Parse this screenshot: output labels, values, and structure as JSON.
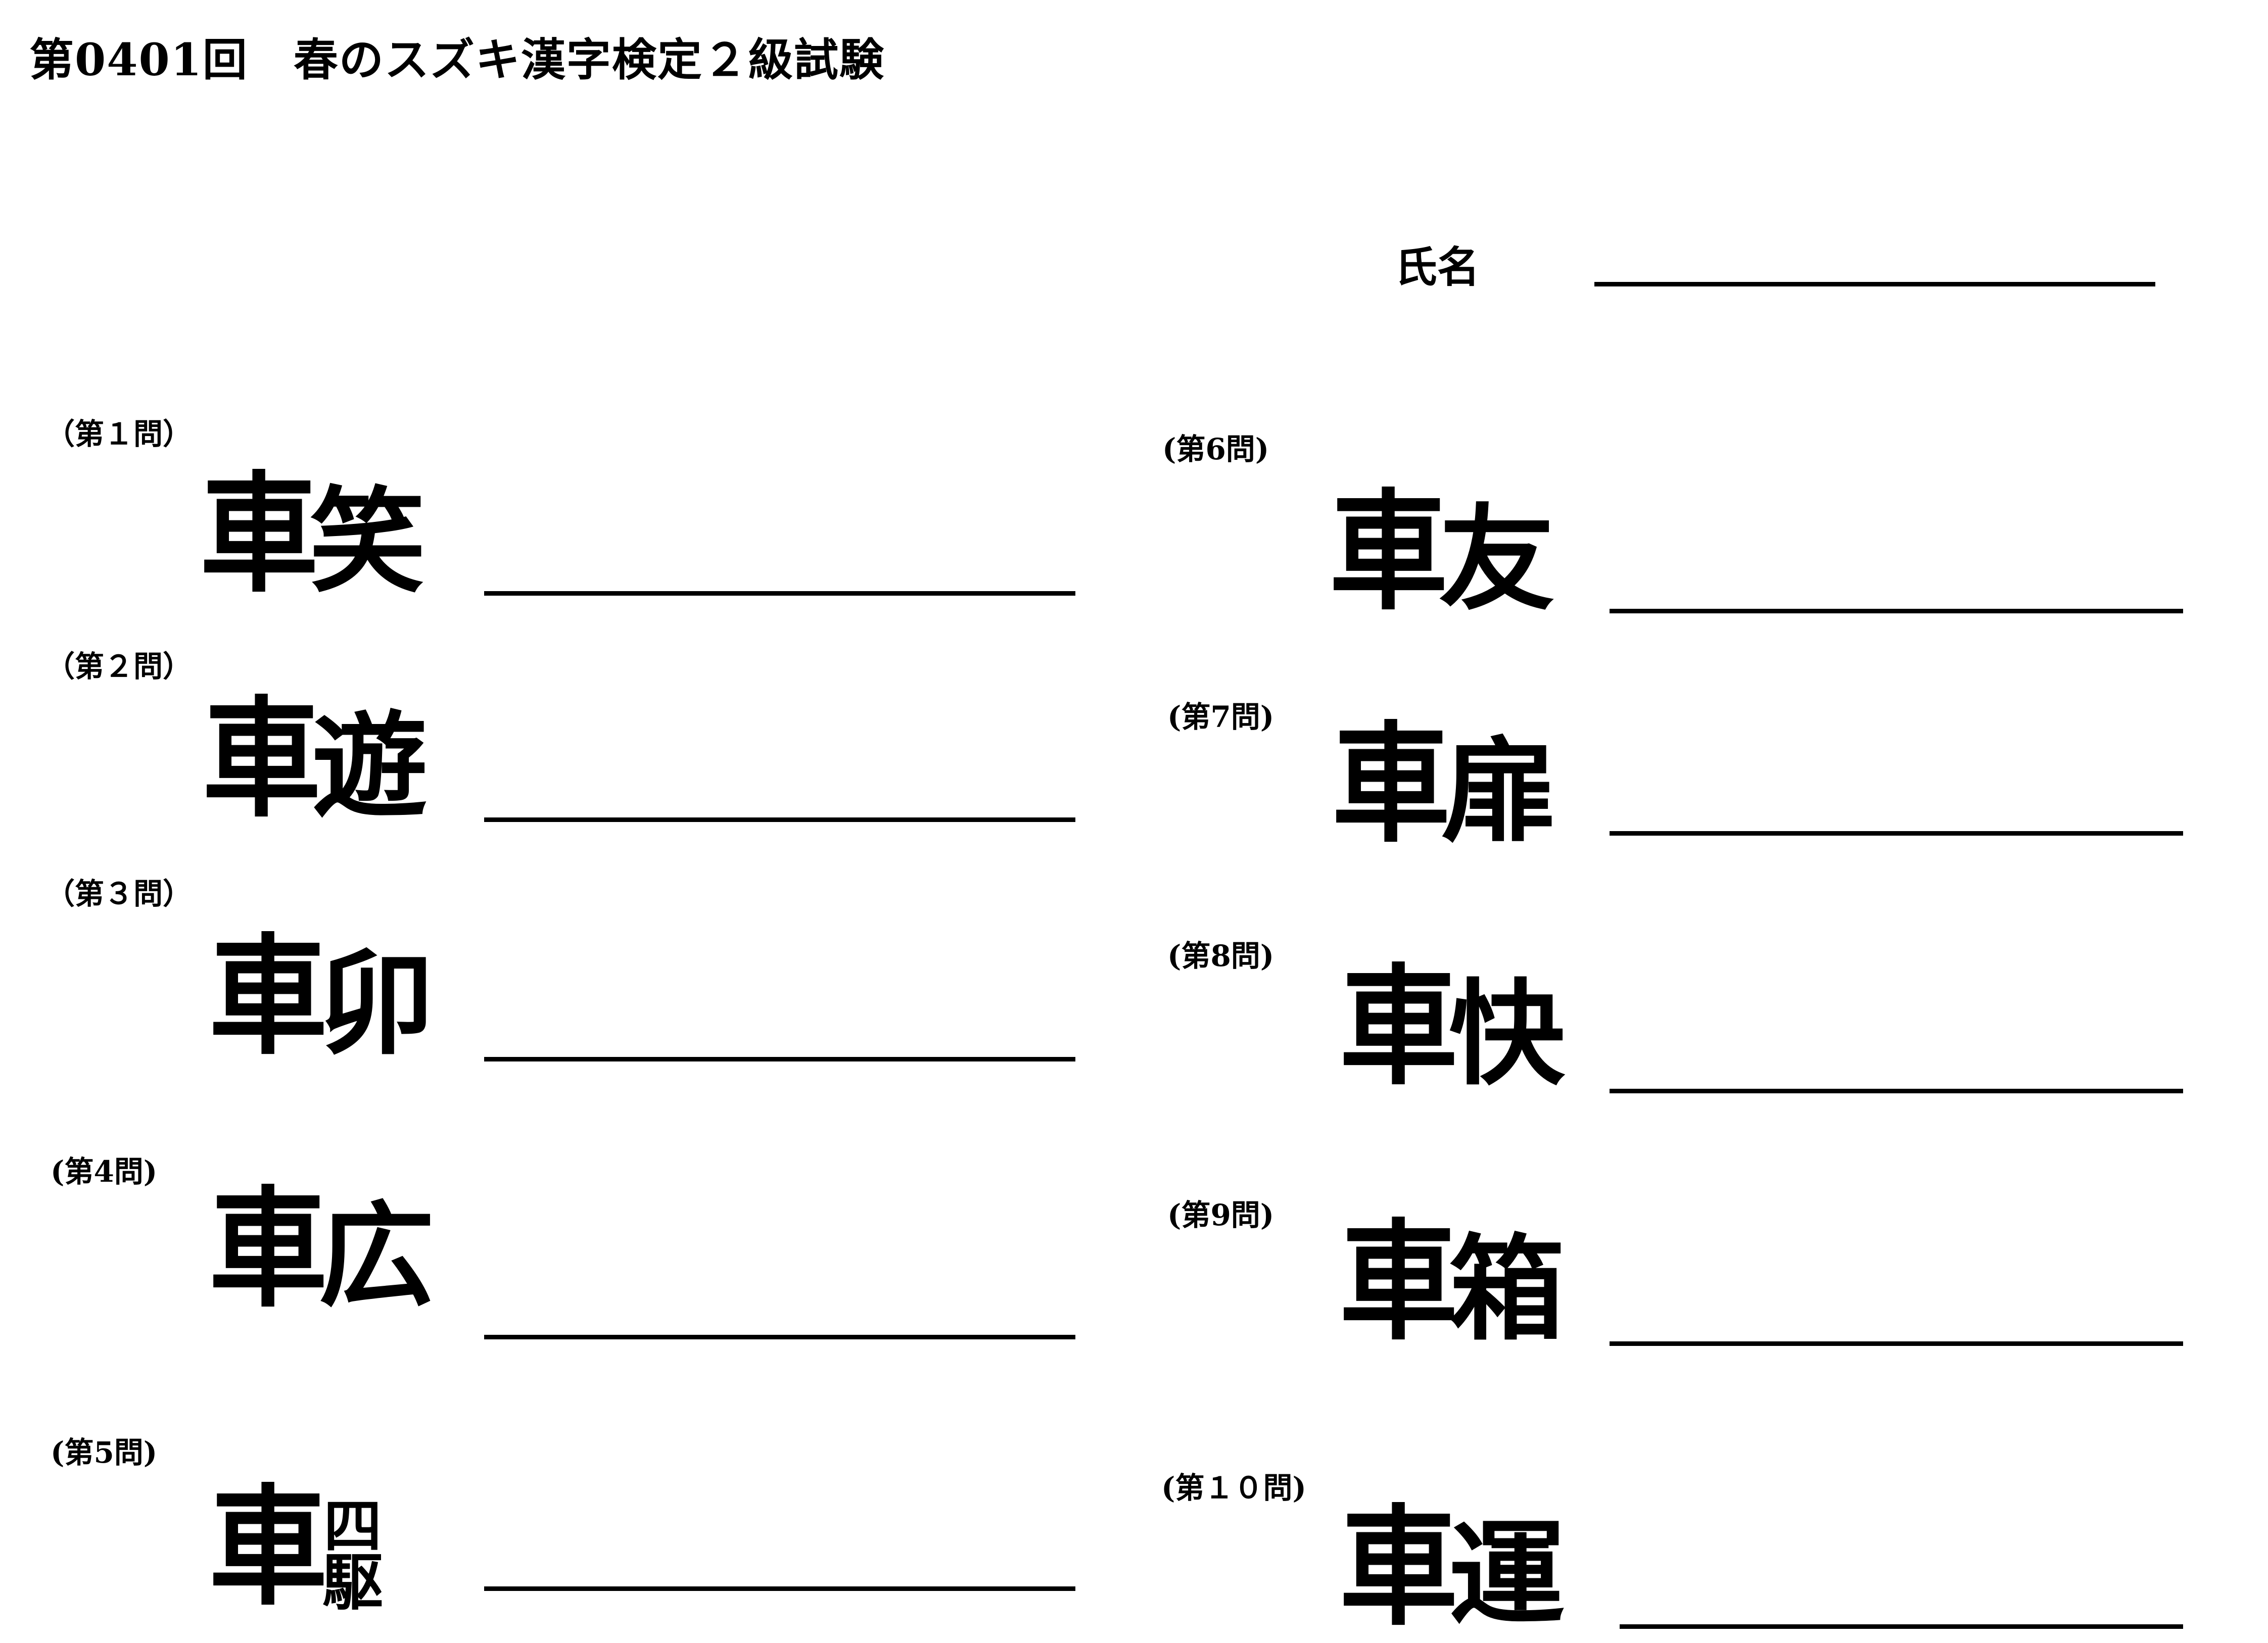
{
  "title": "第0401回　春のスズキ漢字検定２級試験",
  "name_label": "氏名",
  "questions": [
    {
      "label": "（第１問）",
      "radical": "車",
      "component": "笑"
    },
    {
      "label": "（第２問）",
      "radical": "車",
      "component": "遊"
    },
    {
      "label": "（第３問）",
      "radical": "車",
      "component": "卯"
    },
    {
      "label": "(第4問)",
      "radical": "車",
      "component": "広"
    },
    {
      "label": "(第5問)",
      "radical": "車",
      "component_top": "四",
      "component_bottom": "駆"
    },
    {
      "label": "(第6問)",
      "radical": "車",
      "component": "友"
    },
    {
      "label": "(第7問)",
      "radical": "車",
      "component": "扉"
    },
    {
      "label": "(第8問)",
      "radical": "車",
      "component": "快"
    },
    {
      "label": "(第9問)",
      "radical": "車",
      "component": "箱"
    },
    {
      "label": "(第１０問)",
      "radical": "車",
      "component": "運"
    }
  ]
}
